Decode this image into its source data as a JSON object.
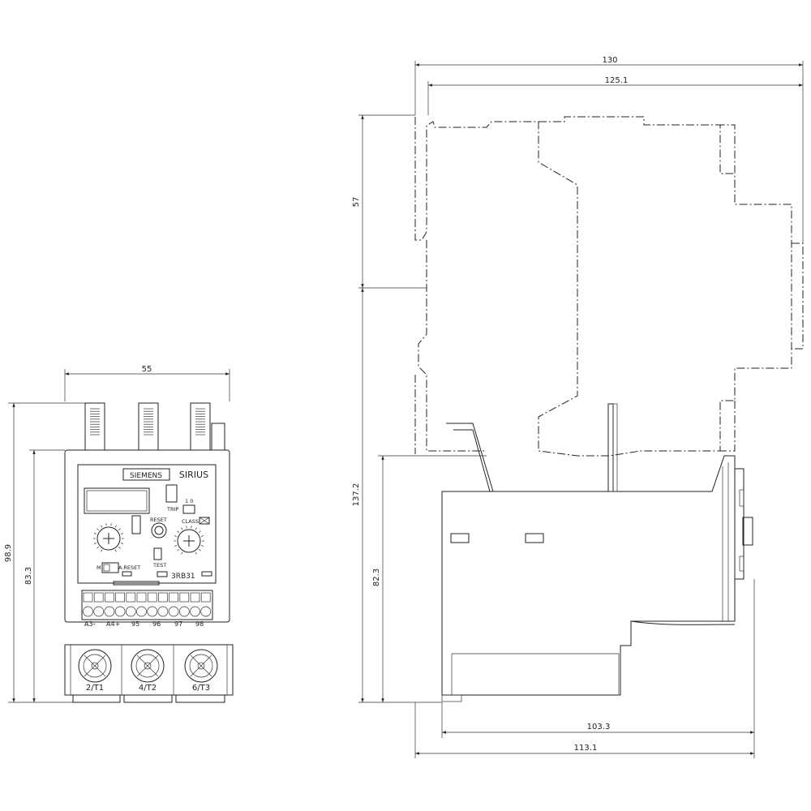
{
  "front_view": {
    "brand": "SIEMENS",
    "series": "SIRIUS",
    "model": "3RB31",
    "trip_label": "TRIP",
    "trip_states": "1 0",
    "reset_label": "RESET",
    "class_label": "CLASS",
    "mode_manual": "M",
    "mode_auto": "A.RESET",
    "test_label": "TEST",
    "control_terminals": [
      "A3-",
      "A4+",
      "95",
      "96",
      "97",
      "98"
    ],
    "power_terminals": [
      "2/T1",
      "4/T2",
      "6/T3"
    ]
  },
  "dimensions": {
    "width_front": "55",
    "height_total": "98.9",
    "height_body": "83.3",
    "depth_total": "130",
    "depth_rail": "125.1",
    "depth_upper": "57",
    "height_side": "137.2",
    "height_side_body": "82.3",
    "depth_body": "103.3",
    "depth_mount": "113.1"
  },
  "colors": {
    "line": "#222222",
    "background": "#ffffff"
  }
}
